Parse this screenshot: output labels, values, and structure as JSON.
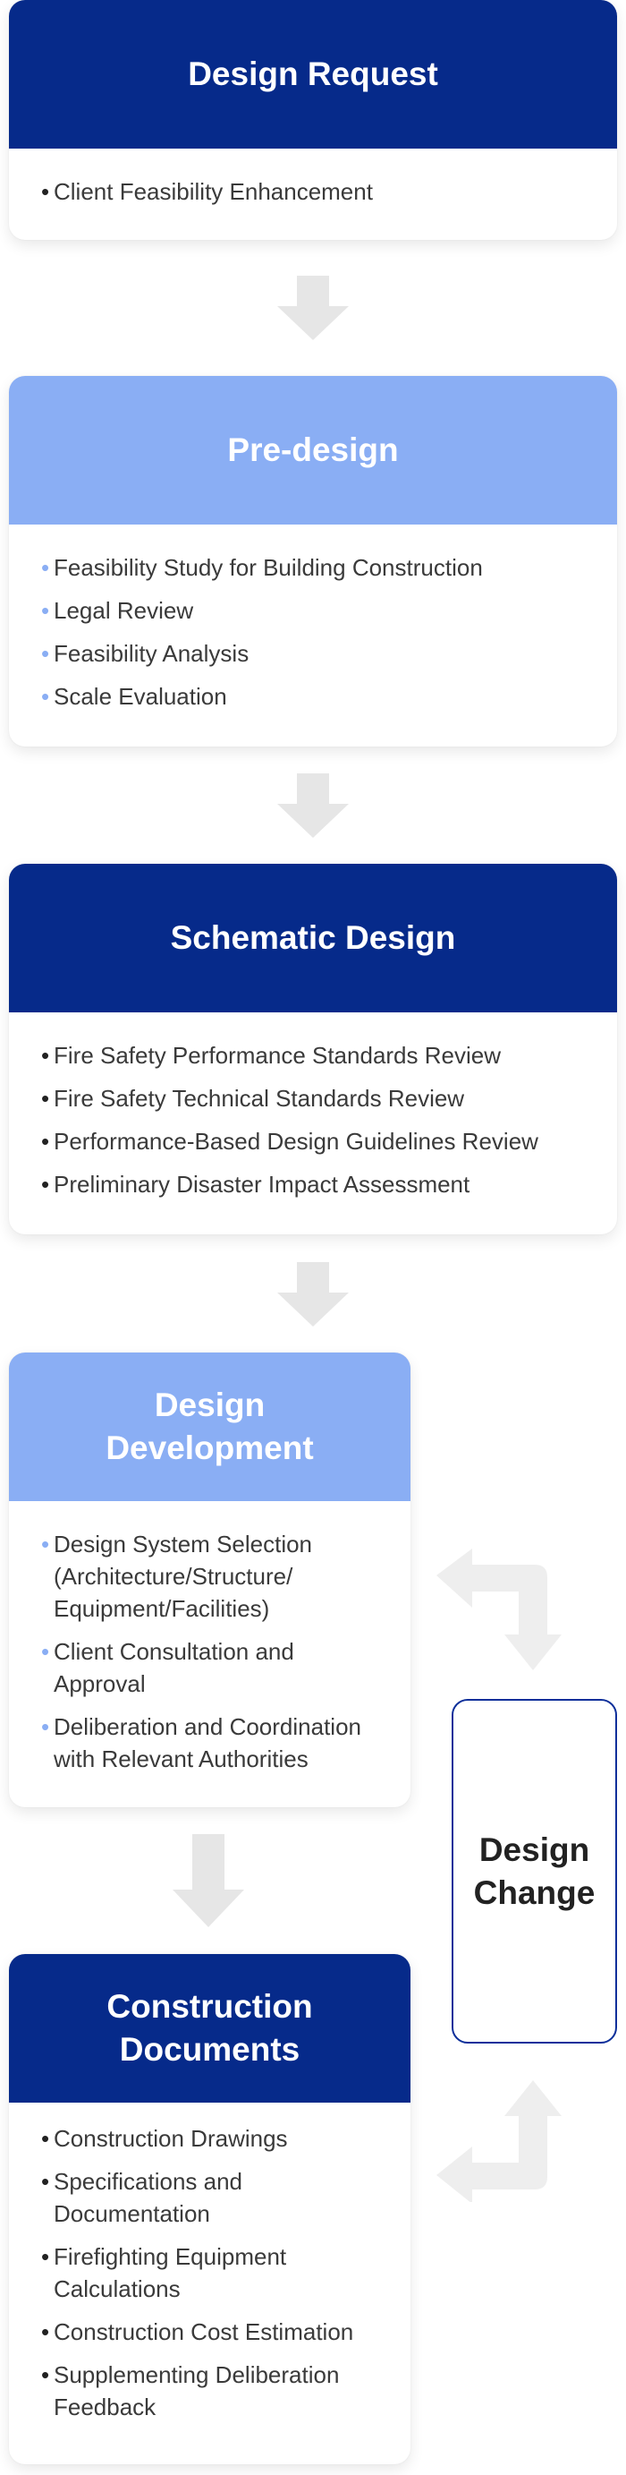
{
  "steps": [
    {
      "title": "Design Request",
      "items": [
        "Client Feasibility Enhancement"
      ]
    },
    {
      "title": "Pre-design",
      "items": [
        "Feasibility Study for Building Construction",
        "Legal Review",
        "Feasibility Analysis",
        "Scale Evaluation"
      ]
    },
    {
      "title": "Schematic Design",
      "items": [
        "Fire Safety Performance Standards Review",
        "Fire Safety Technical Standards Review",
        "Performance-Based Design Guidelines Review",
        "Preliminary Disaster Impact Assessment"
      ]
    },
    {
      "title": "Design\nDevelopment",
      "items": [
        "Design System Selection\n(Architecture/Structure/\n Equipment/Facilities)",
        "Client Consultation and\nApproval",
        "Deliberation and Coordination\nwith Relevant Authorities"
      ]
    },
    {
      "title": "Construction\nDocuments",
      "items": [
        "Construction Drawings",
        "Specifications and\nDocumentation",
        "Firefighting Equipment\nCalculations",
        "Construction Cost Estimation",
        "Supplementing Deliberation\nFeedback"
      ]
    }
  ],
  "design_change": {
    "label": "Design\nChange"
  },
  "colors": {
    "dark": "#062a8a",
    "light": "#8aaef4",
    "arrow": "#e6e6e6",
    "border": "#0c2f9a"
  },
  "bullet": "•"
}
